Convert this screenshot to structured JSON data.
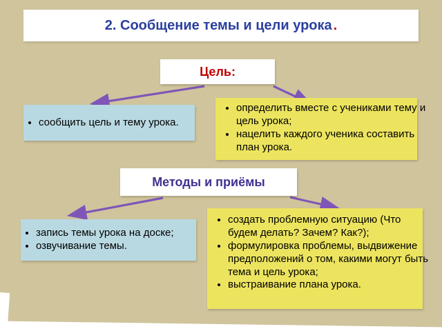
{
  "slide": {
    "title": {
      "main": "2. Сообщение темы и цели урока",
      "period": "."
    },
    "goal": {
      "header": "Цель:",
      "left_box": {
        "items": [
          "сообщить цель и тему урока."
        ]
      },
      "right_box": {
        "items": [
          "определить вместе с учениками тему и цель урока;",
          "нацелить каждого ученика составить план урока."
        ]
      }
    },
    "methods": {
      "header": "Методы и приёмы",
      "left_box": {
        "items": [
          "запись темы урока на доске;",
          "озвучивание темы."
        ]
      },
      "right_box": {
        "items": [
          "создать проблемную ситуацию (Что будем делать? Зачем? Как?);",
          "формулировка проблемы, выдвижение предположений о том, какими могут быть тема и цель урока;",
          "выстраивание плана урока."
        ]
      }
    },
    "colors": {
      "background": "#d0c49c",
      "title_text": "#2b3f9e",
      "period_red": "#c00000",
      "goal_header_red": "#c00000",
      "methods_header_purple": "#403190",
      "arrow_purple": "#7f56b8",
      "blue_box": "#b9d9e2",
      "yellow_box": "#ece45f",
      "white_box": "#ffffff",
      "body_text": "#000000"
    }
  }
}
